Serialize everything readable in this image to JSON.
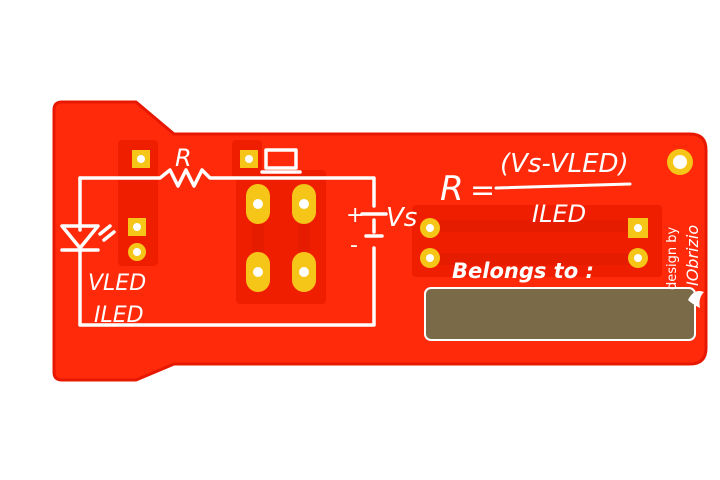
{
  "board": {
    "resistor_label": "R",
    "battery_plus": "+",
    "battery_minus": "-",
    "vs_label": "Vs",
    "vled_label": "VLED",
    "iled_label": "ILED",
    "formula": {
      "lhs": "R",
      "equals": "=",
      "numerator": "(Vs-VLED)",
      "denominator": "ILED"
    },
    "belongs_label": "Belongs to :",
    "belongs_value": "",
    "credit_prefix": "design by",
    "credit_brand": "IObrizio"
  },
  "colors": {
    "board": "#ff2a0a",
    "board_edge": "#e81800",
    "pad": "#f5c518",
    "silk": "#ffffff",
    "name_area": "#7a6a48"
  }
}
